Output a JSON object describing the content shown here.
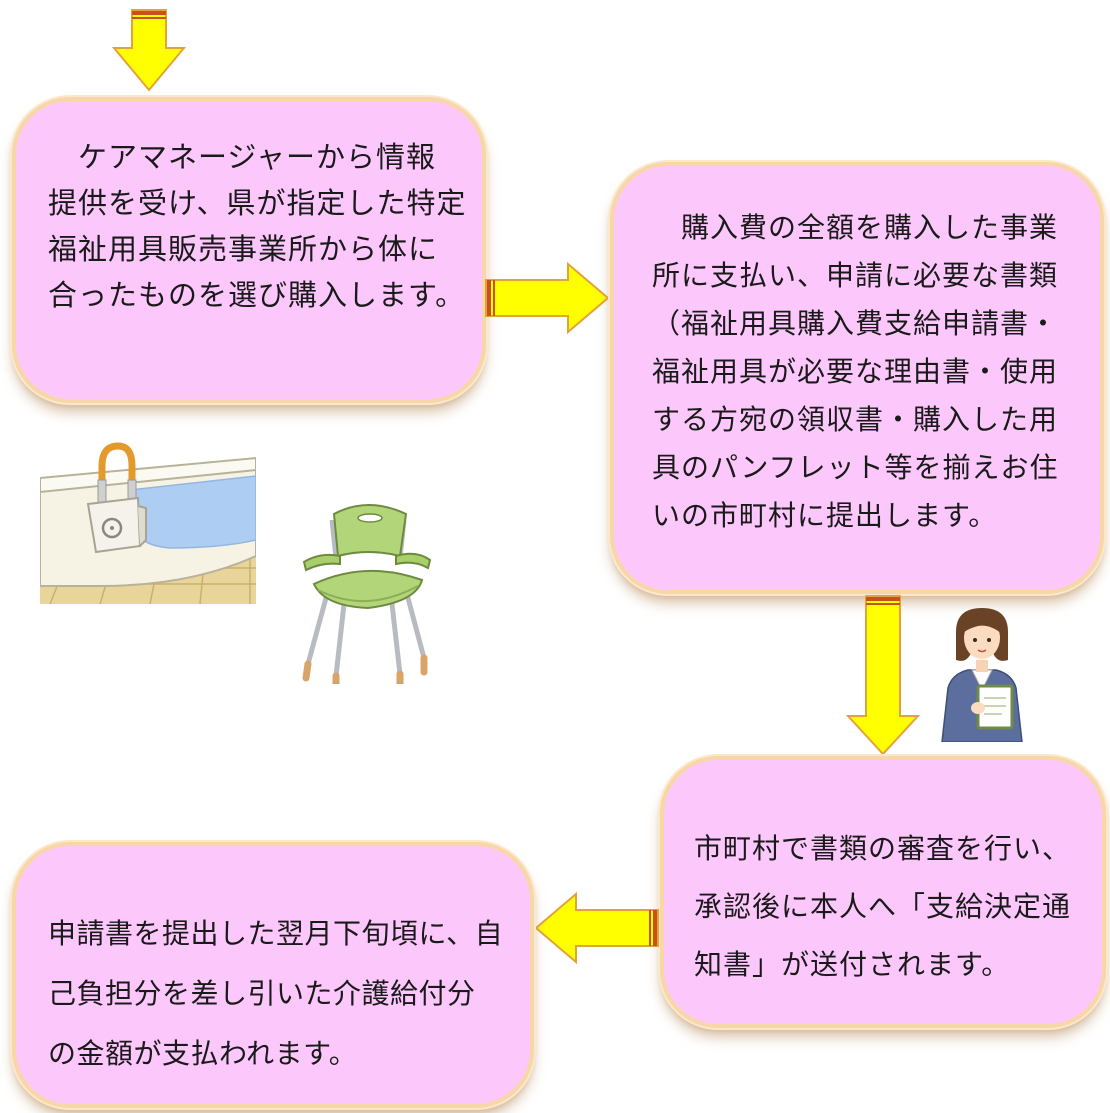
{
  "steps": [
    {
      "lines": [
        "　ケアマネージャーから情報",
        "提供を受け、県が指定した特定",
        "福祉用具販売事業所から体に",
        "合ったものを選び購入します。"
      ]
    },
    {
      "lines": [
        "　購入費の全額を購入した事業",
        "所に支払い、申請に必要な書類",
        "（福祉用具購入費支給申請書・",
        "福祉用具が必要な理由書・使用",
        "する方宛の領収書・購入した用",
        "具のパンフレット等を揃えお住",
        "いの市町村に提出します。"
      ]
    },
    {
      "lines": [
        "市町村で書類の審査を行い、",
        "承認後に本人へ「支給決定通",
        "知書」が送付されます。"
      ]
    },
    {
      "lines": [
        "申請書を提出した翌月下旬頃に、自",
        "己負担分を差し引いた介護給付分",
        "の金額が支払われます。"
      ]
    }
  ],
  "colors": {
    "box_fill": "#fcc8fc",
    "box_border": "#f7d6a8",
    "arrow_fill": "#ffff00",
    "arrow_edge": "#e3a23a",
    "arrow_band": "#c8501c"
  },
  "icons": [
    "down-arrow-icon",
    "right-arrow-icon",
    "left-arrow-icon",
    "bathtub-grab-bar-illustration",
    "shower-chair-illustration",
    "staff-woman-illustration"
  ]
}
